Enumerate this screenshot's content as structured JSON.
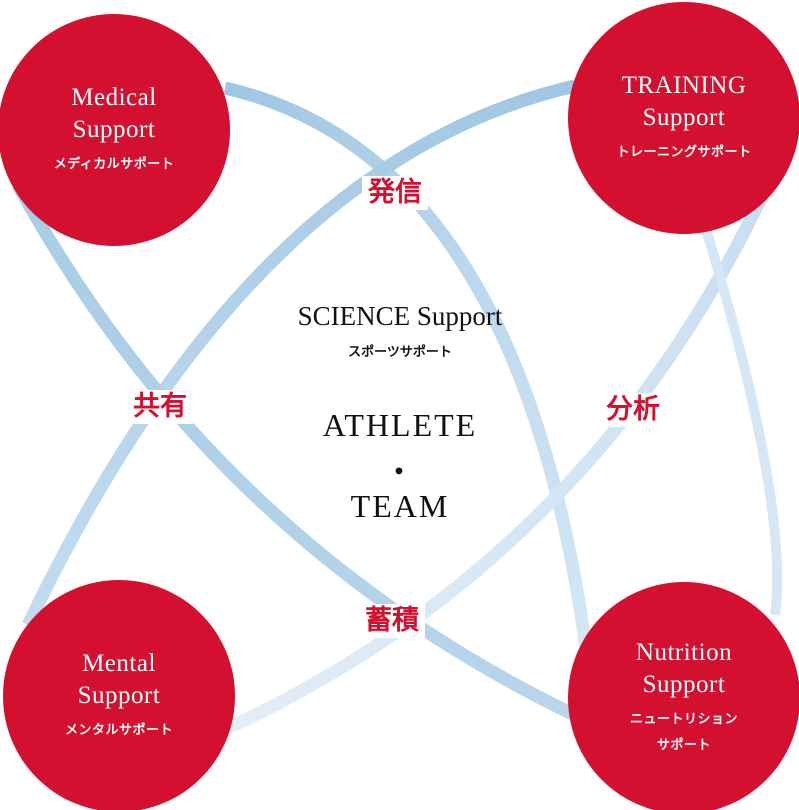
{
  "nodes": {
    "medical": {
      "en1": "Medical",
      "en2": "Support",
      "jp1": "メディカルサポート",
      "jp2": ""
    },
    "training": {
      "en1": "TRAINING",
      "en2": "Support",
      "jp1": "トレーニングサポート",
      "jp2": ""
    },
    "mental": {
      "en1": "Mental",
      "en2": "Support",
      "jp1": "メンタルサポート",
      "jp2": ""
    },
    "nutrition": {
      "en1": "Nutrition",
      "en2": "Support",
      "jp1": "ニュートリション",
      "jp2": "サポート"
    }
  },
  "links": {
    "send": "発信",
    "share": "共有",
    "analyze": "分析",
    "store": "蓄積"
  },
  "center": {
    "science": "SCIENCE Support",
    "science_jp": "スポーツサポート",
    "athlete": "ATHLETE",
    "dot": "・",
    "team": "TEAM"
  },
  "colors": {
    "node_red": "#d3102f",
    "arc_blue_dark": "#a9cde6",
    "arc_blue_light": "#dbebf7",
    "label_red": "#d3102f"
  }
}
